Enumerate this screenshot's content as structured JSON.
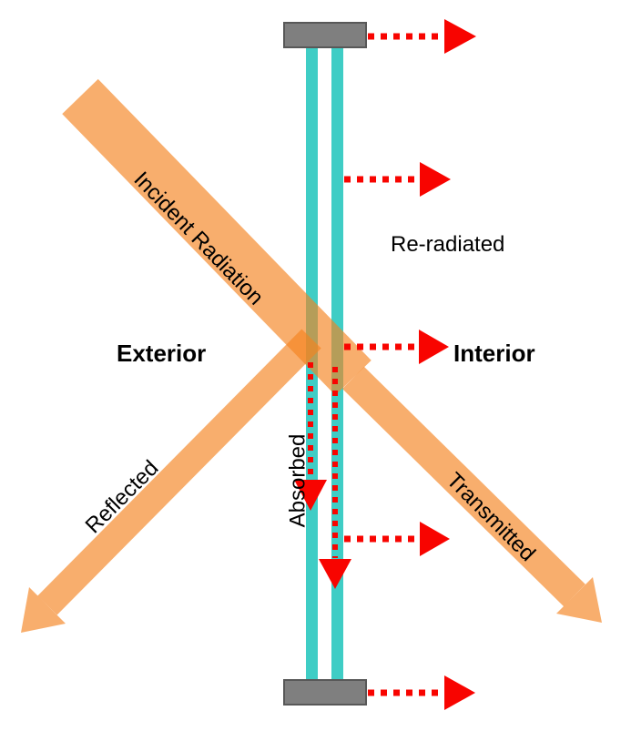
{
  "diagram_type": "double-glazed-window-radiation",
  "labels": {
    "incident": "Incident Radiation",
    "reflected": "Reflected",
    "transmitted": "Transmitted",
    "absorbed": "Absorbed",
    "re_radiated": "Re-radiated",
    "exterior": "Exterior",
    "interior": "Interior"
  },
  "colors": {
    "radiation_orange": "#F5821F",
    "radiation_orange_rendered": "#F9A868",
    "overlap_olive": "#B5954E",
    "glass_teal": "#3FCDC5",
    "heat_red": "#F80400",
    "frame_gray": "#7F7F7F",
    "frame_border": "#585858",
    "text_black": "#000000",
    "background": "#FFFFFF"
  }
}
